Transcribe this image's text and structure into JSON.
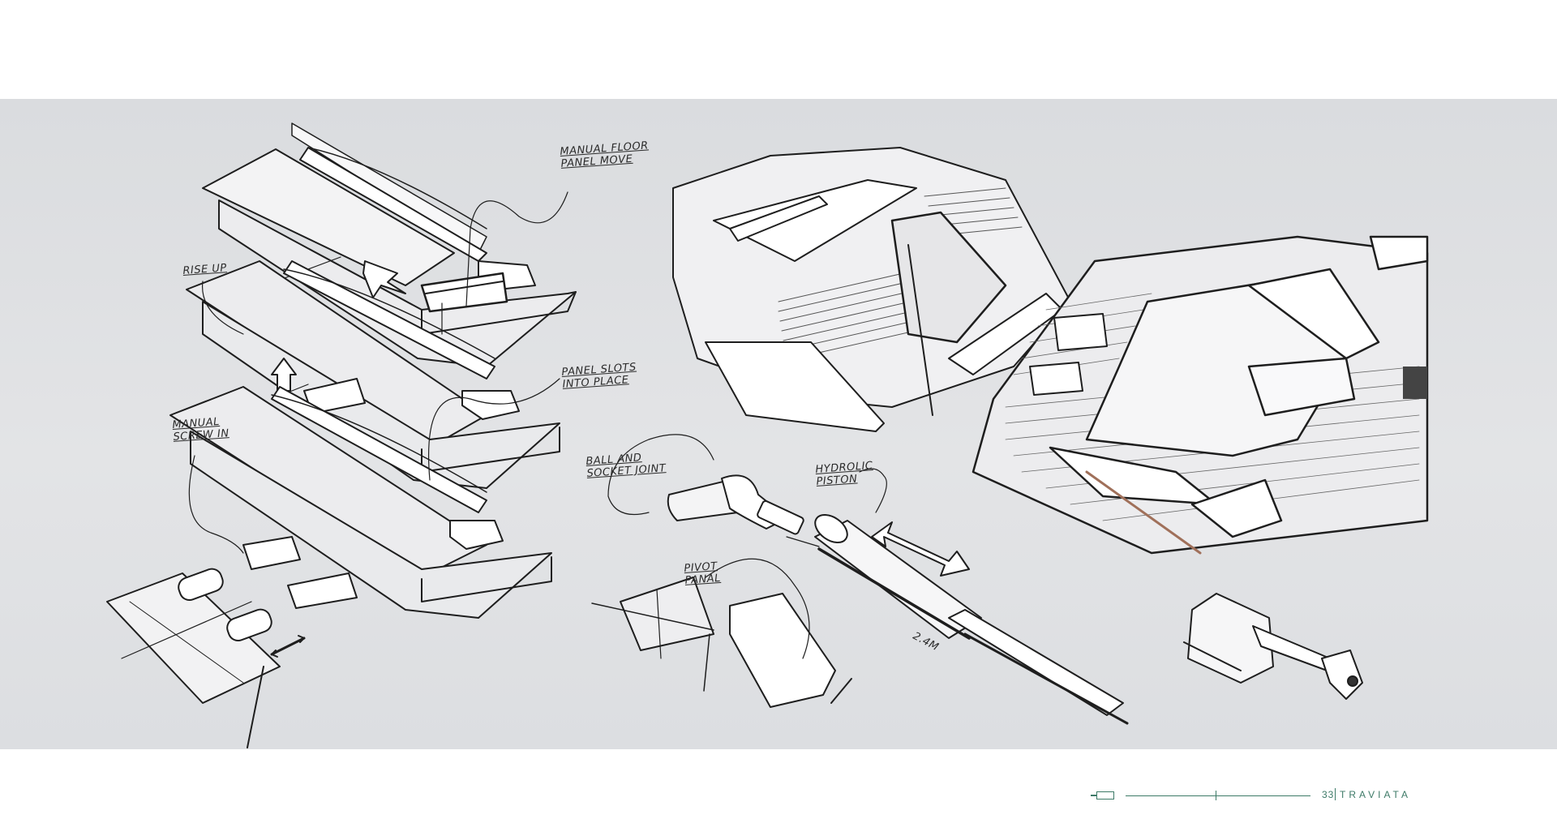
{
  "annotations": {
    "manual_floor": "MANUAL FLOOR\nPANEL MOVE",
    "rise_up": "RISE UP",
    "panel_slots": "PANEL SLOTS\nINTO PLACE",
    "manual_screw": "MANUAL\nSCREW IN",
    "ball_socket": "BALL AND\nSOCKET JOINT",
    "hydrolic_piston": "HYDROLIC\nPISTON",
    "pivot_panal": "PIVOT\nPANAL",
    "dimension": "2.4m"
  },
  "footer": {
    "page_number": "33",
    "brand": "TRAVIATA",
    "accent_color": "#3d7a67"
  },
  "colors": {
    "panel_background": "#dfe0e2",
    "sketch_line": "#1e1e1e",
    "accent_wood": "#a0705a"
  }
}
